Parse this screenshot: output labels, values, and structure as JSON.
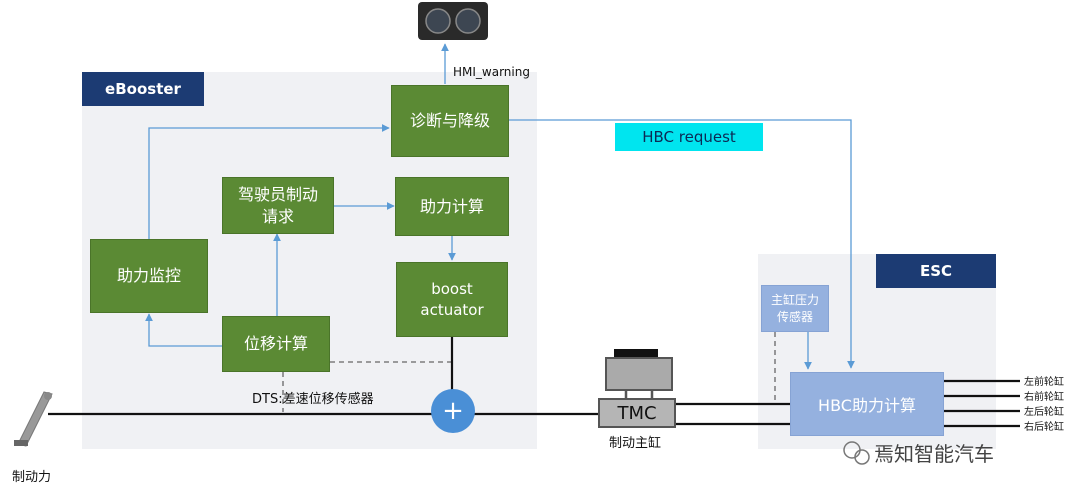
{
  "panels": {
    "ebooster_label": "eBooster",
    "esc_label": "ESC"
  },
  "blocks": {
    "diagnosis": "诊断与降级",
    "driver_request": [
      "驾驶员制动",
      "请求"
    ],
    "boost_calc": "助力计算",
    "boost_monitor": "助力监控",
    "boost_actuator": [
      "boost",
      "actuator"
    ],
    "displacement_calc": "位移计算",
    "pressure_sensor": [
      "主缸压力",
      "传感器"
    ],
    "hbc_calc": "HBC助力计算"
  },
  "labels": {
    "hmi_warning": "HMI_warning",
    "hbc_request": "HBC request",
    "dts": "DTS:差速位移传感器",
    "brake_force": "制动力",
    "tmc": "TMC",
    "master_cylinder": "制动主缸",
    "plus": "+"
  },
  "wheel_cylinders": [
    "左前轮缸",
    "右前轮缸",
    "左后轮缸",
    "右后轮缸"
  ],
  "watermark": "焉知智能汽车",
  "colors": {
    "panel": "#f0f1f4",
    "tag": "#1c3b73",
    "green_block": "#5b8a34",
    "blue_block": "#95b1df",
    "arrow": "#5b9bd5",
    "highlight": "#00e5ef",
    "adder": "#4a8fd6"
  }
}
